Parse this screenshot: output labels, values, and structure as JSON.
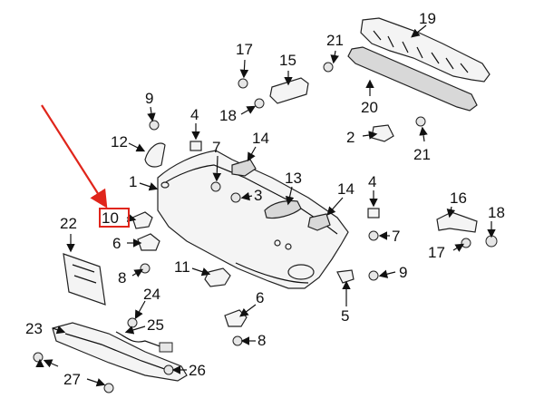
{
  "callouts": {
    "c1": "1",
    "c2": "2",
    "c3": "3",
    "c4a": "4",
    "c4b": "4",
    "c5": "5",
    "c6a": "6",
    "c6b": "6",
    "c7a": "7",
    "c7b": "7",
    "c8a": "8",
    "c8b": "8",
    "c9a": "9",
    "c9b": "9",
    "c10": "10",
    "c11": "11",
    "c12": "12",
    "c13": "13",
    "c14a": "14",
    "c14b": "14",
    "c15": "15",
    "c16": "16",
    "c17a": "17",
    "c17b": "17",
    "c18a": "18",
    "c18b": "18",
    "c19": "19",
    "c20": "20",
    "c21a": "21",
    "c21b": "21",
    "c22": "22",
    "c23": "23",
    "c24": "24",
    "c25": "25",
    "c26": "26",
    "c27": "27"
  },
  "highlight": {
    "callout": "10",
    "color": "#e0251b"
  },
  "colors": {
    "line": "#111111",
    "part_fill": "#f4f4f4",
    "arrow": "#e0251b"
  }
}
